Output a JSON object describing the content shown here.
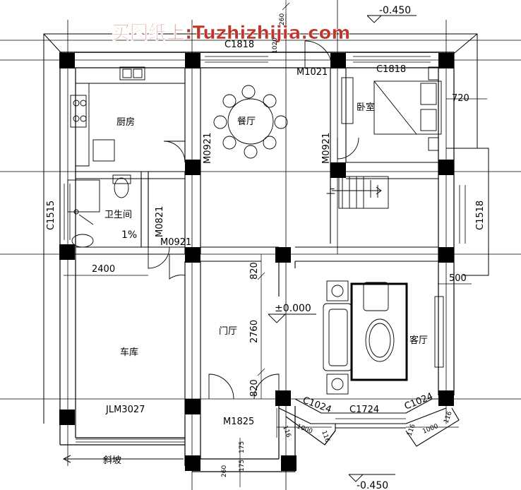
{
  "watermark": {
    "text": "买图纸上:Tuzhizhijia.com",
    "color": "#c0352b"
  },
  "colors": {
    "ink": "#000000",
    "column": "#000000",
    "wall": "#000000"
  },
  "elevations": {
    "top": "-0.450",
    "bottom": "-0.450",
    "floor": "±0.000"
  },
  "rooms": {
    "kitchen": "厨房",
    "dining": "餐厅",
    "bedroom": "卧室",
    "bathroom": "卫生间",
    "garage": "车库",
    "foyer": "门厅",
    "living": "客厅",
    "ramp": "斜坡",
    "stair_up": "上"
  },
  "codes": {
    "c1818_top": "C1818",
    "c1818_bed": "C1818",
    "m1021": "M1021",
    "m0921_a": "M0921",
    "m0921_b": "M0921",
    "m0921_c": "M0921",
    "m0821": "M0821",
    "c1515": "C1515",
    "c1518": "C1518",
    "jlm3027": "JLM3027",
    "m1825": "M1825",
    "c1024_a": "C1024",
    "c1024_b": "C1024",
    "c1724": "C1724"
  },
  "dims": {
    "d720": "720",
    "d500": "500",
    "d2400": "2400",
    "d820_a": "820",
    "d2760": "2760",
    "d820_b": "820",
    "d1000_a": "1000",
    "d1000_b": "1000",
    "d116_a": "116",
    "d116_b": "116",
    "d116_c": "116",
    "d116_d": "116",
    "d175_a": "175",
    "d175_b": "175",
    "d260_top": "260",
    "d1020_top": "1020",
    "d260_bot": "260",
    "slope": "1%"
  }
}
